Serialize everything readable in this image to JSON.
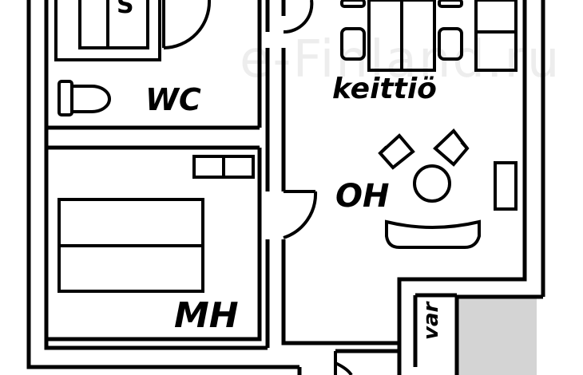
{
  "labels": {
    "wc": "WC",
    "keittio": "keittiö",
    "oh": "OH",
    "mh": "MH",
    "s": "S",
    "var": "var"
  },
  "watermark": "e-Finland.ru",
  "colors": {
    "wall": "#000000",
    "floor": "#ffffff",
    "storage_fill": "#d4d4d4"
  },
  "icons": [
    "toilet-icon",
    "sauna-bench-icon",
    "table-icon",
    "chair-icon",
    "bed-icon",
    "sofa-icon",
    "armchair-icon",
    "round-table-icon",
    "door-swing-icon",
    "shelf-icon",
    "tv-stand-icon"
  ]
}
